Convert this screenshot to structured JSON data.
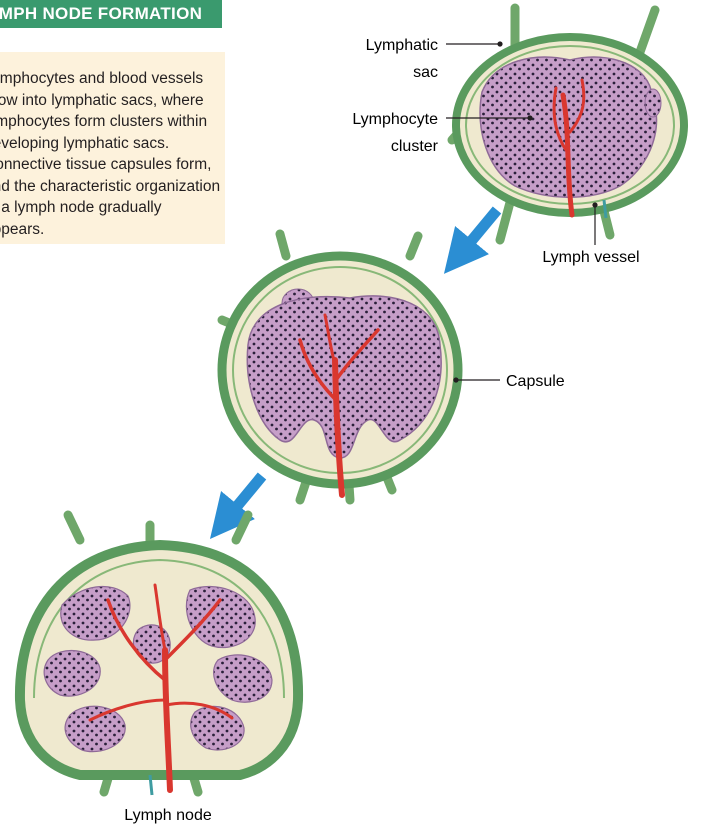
{
  "header": {
    "title": "LYMPH NODE FORMATION"
  },
  "intro": {
    "text": "Lymphocytes and blood vessels grow into lymphatic sacs, where lymphocytes form clusters within developing lymphatic sacs. Connective tissue capsules form, and the characteristic organization of a lymph node gradually appears."
  },
  "labels": {
    "lymphatic_sac_1": "Lymphatic",
    "lymphatic_sac_2": "sac",
    "lymphocyte_cluster_1": "Lymphocyte",
    "lymphocyte_cluster_2": "cluster",
    "lymph_vessel": "Lymph vessel",
    "capsule": "Capsule",
    "lymph_node": "Lymph node"
  },
  "colors": {
    "header_green": "#3a9a6e",
    "intro_bg": "#fdf2dc",
    "capsule_green": "#5a9a5e",
    "connective_cream": "#efe9cf",
    "lymphocyte_purple": "#c59cc6",
    "blood_vessel_red": "#d9372f",
    "arrow_blue": "#2b8ed3"
  },
  "icons": [
    "down-left-arrow-icon"
  ]
}
